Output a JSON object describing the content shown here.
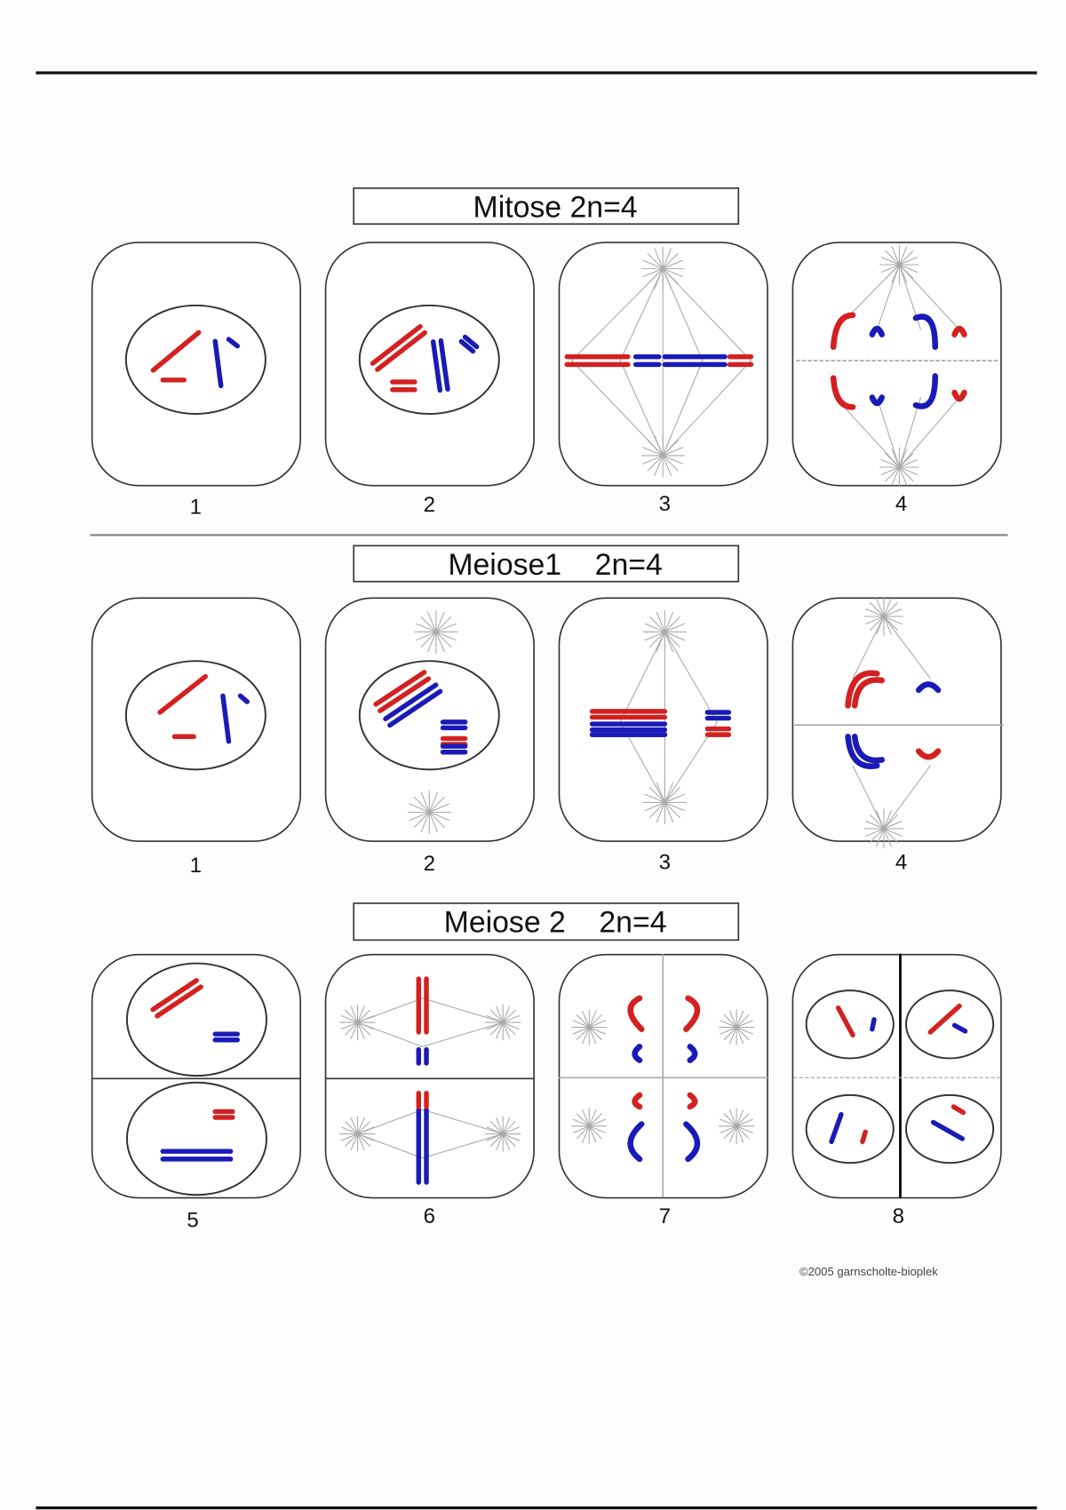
{
  "sections": [
    {
      "title": "Mitose 2n=4",
      "labels": [
        "1",
        "2",
        "3",
        "4"
      ]
    },
    {
      "title": "Meiose1    2n=4",
      "labels": [
        "1",
        "2",
        "3",
        "4"
      ]
    },
    {
      "title": "Meiose 2    2n=4",
      "labels": [
        "5",
        "6",
        "7",
        "8"
      ]
    }
  ],
  "copyright": "©2005 garnscholte-bioplek",
  "colors": {
    "chromosome_a": "#d42020",
    "chromosome_b": "#1a1ab8",
    "spindle": "#aaaaaa",
    "outline": "#333333"
  }
}
